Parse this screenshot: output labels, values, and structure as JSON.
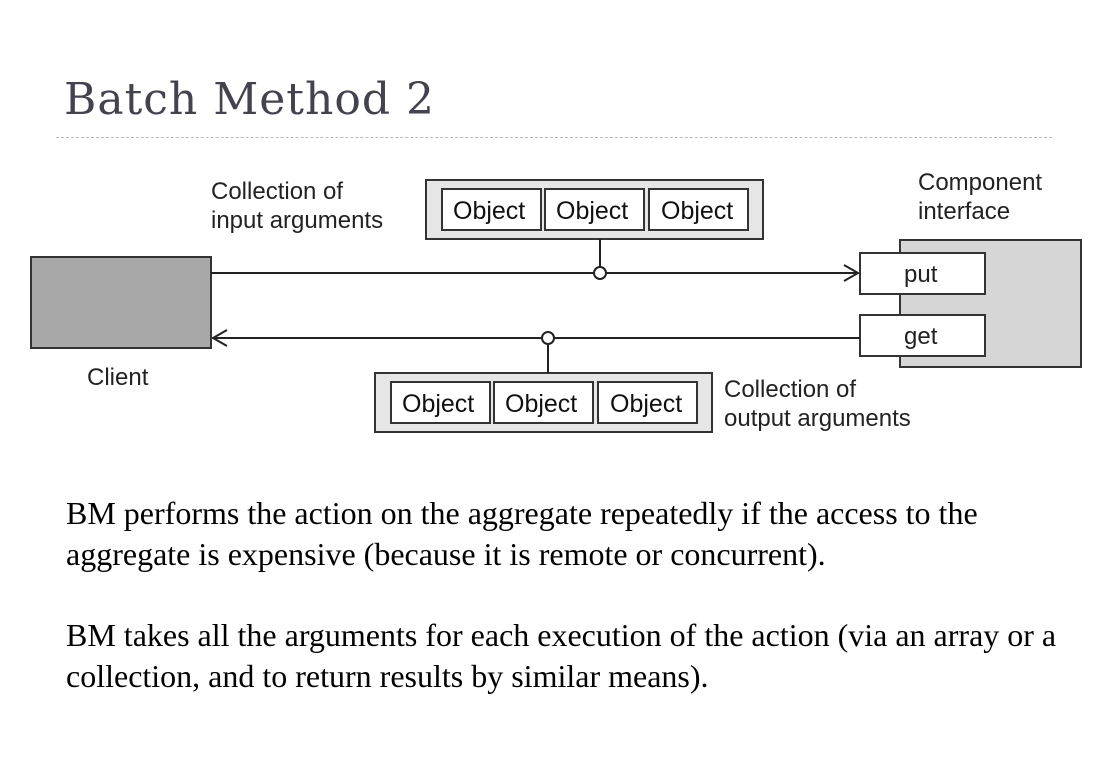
{
  "slide": {
    "title": "Batch Method 2"
  },
  "diagram": {
    "input_label": [
      "Collection of",
      "input arguments"
    ],
    "output_label": [
      "Collection of",
      "output arguments"
    ],
    "component_label": [
      "Component",
      "interface"
    ],
    "client_label": "Client",
    "put_label": "put",
    "get_label": "get",
    "input_objects": [
      "Object",
      "Object",
      "Object"
    ],
    "output_objects": [
      "Object",
      "Object",
      "Object"
    ]
  },
  "body": {
    "paragraph1": "BM performs the action on the aggregate repeatedly if the access to the aggregate is expensive (because it is remote or concurrent).",
    "paragraph2": "BM takes all the arguments for each execution of the action (via an array or a collection, and to return results by similar means)."
  }
}
